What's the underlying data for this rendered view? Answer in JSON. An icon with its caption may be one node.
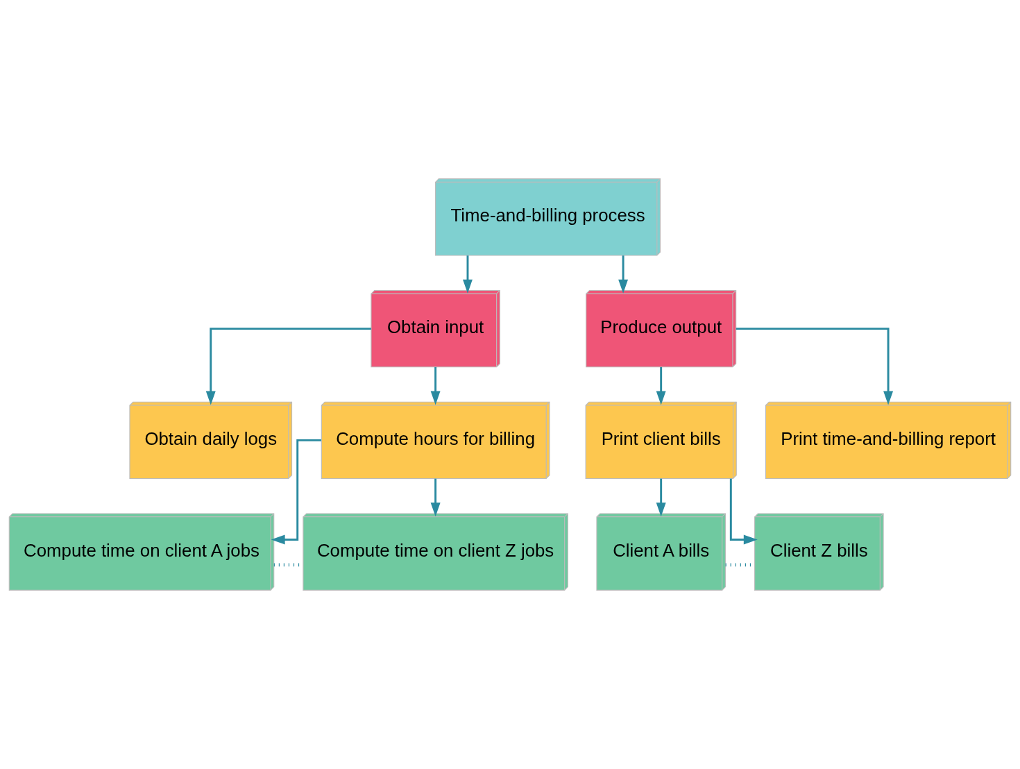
{
  "diagram": {
    "nodes": [
      {
        "text": [
          "Time-and-billing process"
        ]
      },
      {
        "text": [
          "Obtain input"
        ]
      },
      {
        "text": [
          "Produce output"
        ]
      },
      {
        "text": [
          "Obtain daily logs"
        ]
      },
      {
        "text": [
          "Compute hours for billing"
        ]
      },
      {
        "text": [
          "Print client bills"
        ]
      },
      {
        "text": [
          "Print time-and-billing report"
        ]
      },
      {
        "text": [
          "Compute time on client A jobs"
        ]
      },
      {
        "text": [
          "Compute time on client Z jobs"
        ]
      },
      {
        "text": [
          "Client A bills"
        ]
      },
      {
        "text": [
          "Client Z bills"
        ]
      }
    ],
    "edges": [
      {
        "from": 0,
        "to": 1,
        "arrow": "to"
      },
      {
        "from": 0,
        "to": 2,
        "arrow": "to"
      },
      {
        "from": 1,
        "to": 3,
        "arrow": "to"
      },
      {
        "from": 1,
        "to": 4,
        "arrow": "to"
      },
      {
        "from": 2,
        "to": 5,
        "arrow": "to"
      },
      {
        "from": 2,
        "to": 6,
        "arrow": "to"
      },
      {
        "from": 4,
        "to": 7,
        "arrow": "to"
      },
      {
        "from": 4,
        "to": 8,
        "arrow": "to"
      },
      {
        "from": 7,
        "to": 8,
        "arrow": "none",
        "style": "dashed"
      },
      {
        "from": 5,
        "to": 9,
        "arrow": "to"
      },
      {
        "from": 5,
        "to": 10,
        "arrow": "to"
      },
      {
        "from": 9,
        "to": 10,
        "arrow": "none",
        "style": "dashed"
      }
    ]
  }
}
